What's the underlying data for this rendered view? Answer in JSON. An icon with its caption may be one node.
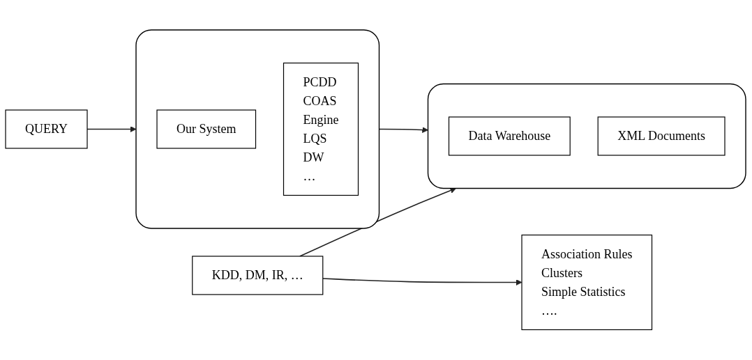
{
  "diagram": {
    "nodes": [
      {
        "text": [
          "QUERY"
        ]
      },
      {
        "text": [],
        "shape": "box"
      },
      {
        "text": [
          "Our System"
        ],
        "in": 1
      },
      {
        "text": [
          "PCDD",
          "COAS",
          "Engine",
          "LQS",
          "DW",
          "…"
        ],
        "in": 1
      },
      {
        "text": [],
        "shape": "box"
      },
      {
        "text": [
          "Data Warehouse"
        ],
        "in": 4
      },
      {
        "text": [
          "XML Documents"
        ],
        "in": 4
      },
      {
        "text": [
          "Association Rules",
          "Clusters",
          "Simple Statistics",
          "…."
        ]
      },
      {
        "text": [
          "KDD, DM, IR, …"
        ]
      }
    ],
    "edges": [
      {
        "from": 0,
        "to": 1,
        "arrow": "to"
      },
      {
        "from": 1,
        "to": 4,
        "arrow": "to"
      },
      {
        "from": 8,
        "to": 4,
        "arrow": "to"
      },
      {
        "from": 8,
        "to": 7,
        "arrow": "to"
      }
    ]
  }
}
